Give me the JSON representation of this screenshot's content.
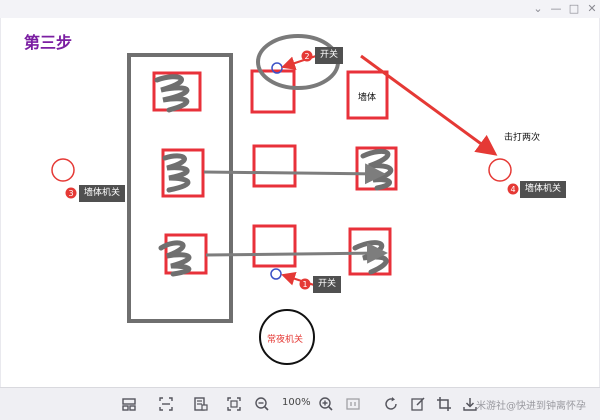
{
  "window": {
    "controls": [
      "chevron-down-icon",
      "minimize-icon",
      "maximize-icon",
      "close-icon"
    ]
  },
  "image": {
    "heading": "第三步",
    "labels": {
      "switch": "开关",
      "wall": "墙体",
      "double_tap": "击打两次",
      "wall_switch": "墙体机关",
      "night_switch": "常夜机关"
    },
    "markers": [
      "1",
      "2",
      "3",
      "4"
    ],
    "colors": {
      "heading": "#7b1fa2",
      "box": "#e8313a",
      "scribble": "#6f6f6f",
      "arrow_gray": "#7d7d7d",
      "arrow_red": "#e53935",
      "badge": "#e53935",
      "ring": "#3c51c6"
    }
  },
  "toolbar": {
    "icons": [
      "layout-icon",
      "scan-icon",
      "ocr-icon",
      "fit-screen-icon",
      "zoom-out-icon",
      "zoom-in-icon",
      "actual-size-icon",
      "rotate-icon",
      "edit-icon",
      "crop-icon",
      "download-icon"
    ],
    "zoom": "100%",
    "watermark": "米游社@快进到钟离怀孕"
  }
}
